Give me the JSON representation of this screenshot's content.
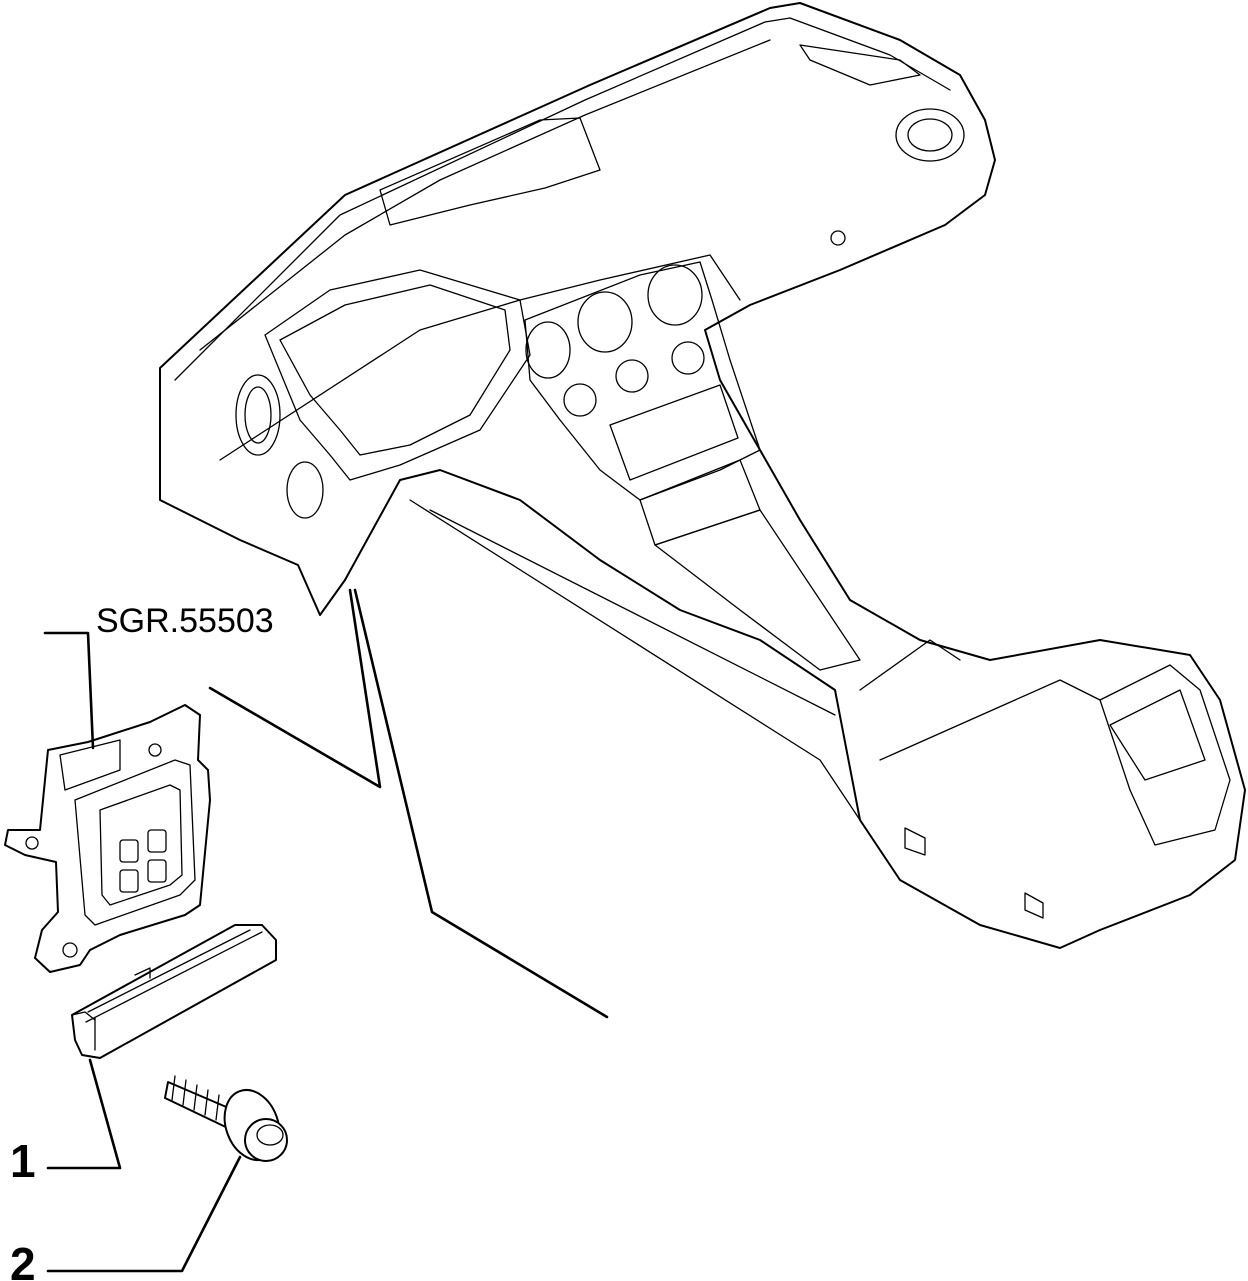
{
  "diagram": {
    "reference_label": "SGR.55503",
    "callouts": [
      {
        "number": "1",
        "part": "trim-strip"
      },
      {
        "number": "2",
        "part": "screw"
      }
    ],
    "colors": {
      "line": "#000000",
      "background": "#ffffff"
    }
  }
}
